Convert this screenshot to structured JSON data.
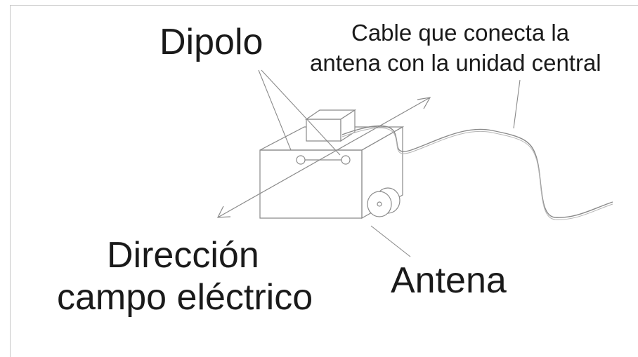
{
  "labels": {
    "dipolo": "Dipolo",
    "cable_line1": "Cable que conecta la",
    "cable_line2": "antena con la unidad central",
    "direccion_line1": "Dirección",
    "direccion_line2": "campo eléctrico",
    "antena": "Antena"
  },
  "colors": {
    "line": "#8a8a8a",
    "text": "#1a1a1a",
    "background": "#ffffff"
  }
}
